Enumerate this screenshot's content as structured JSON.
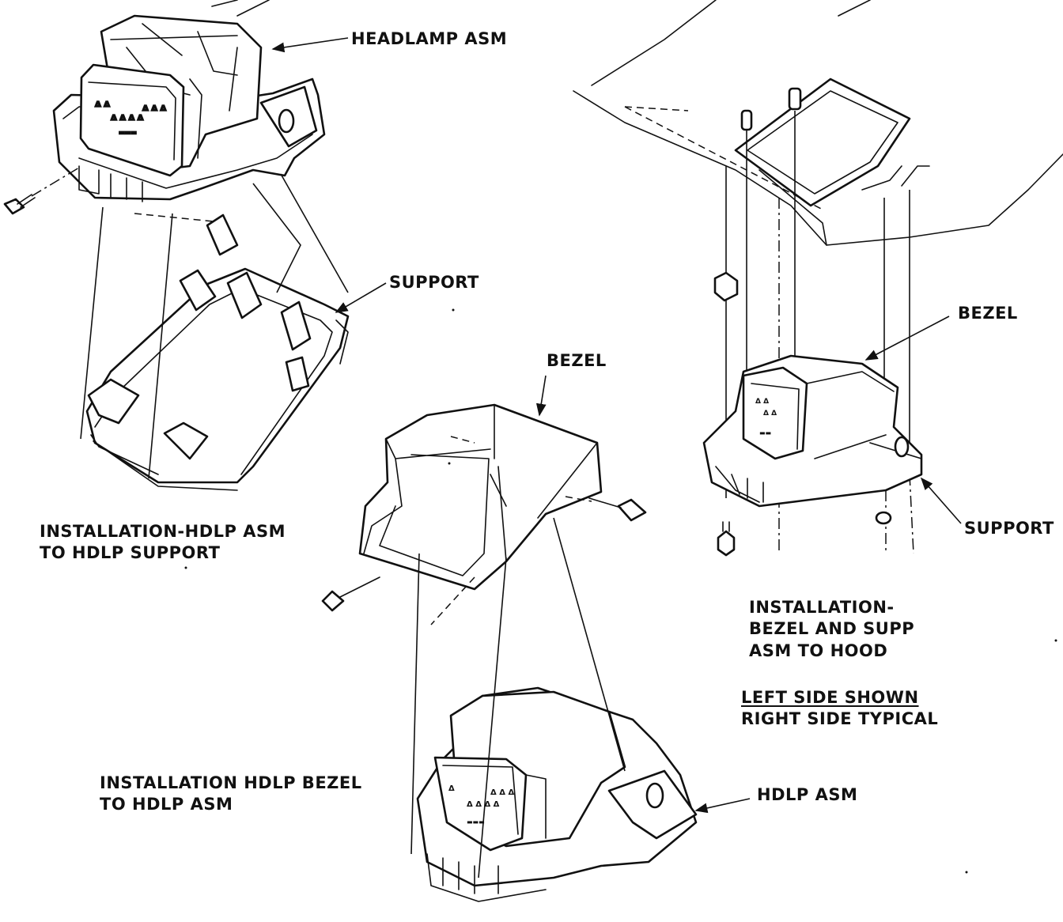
{
  "labels": {
    "headlamp_asm": "HEADLAMP ASM",
    "support_left": "SUPPORT",
    "bezel_center": "BEZEL",
    "bezel_right": "BEZEL",
    "support_right": "SUPPORT",
    "hdlp_asm": "HDLP  ASM"
  },
  "captions": {
    "hdlp_to_support": [
      "INSTALLATION-HDLP ASM",
      "TO HDLP SUPPORT"
    ],
    "bezel_to_hdlp": [
      "INSTALLATION  HDLP  BEZEL",
      "TO  HDLP  ASM"
    ],
    "bezel_supp_to_hood": [
      "INSTALLATION-",
      "BEZEL AND SUPP",
      "ASM TO HOOD"
    ],
    "side_note": [
      "LEFT SIDE SHOWN",
      "RIGHT SIDE TYPICAL"
    ]
  },
  "headlamp_face_text": [
    "Δ",
    "Δ Δ Δ Δ",
    "Δ Δ Δ",
    "Δ Δ"
  ],
  "colors": {
    "ink": "#111111",
    "paper": "#ffffff"
  }
}
